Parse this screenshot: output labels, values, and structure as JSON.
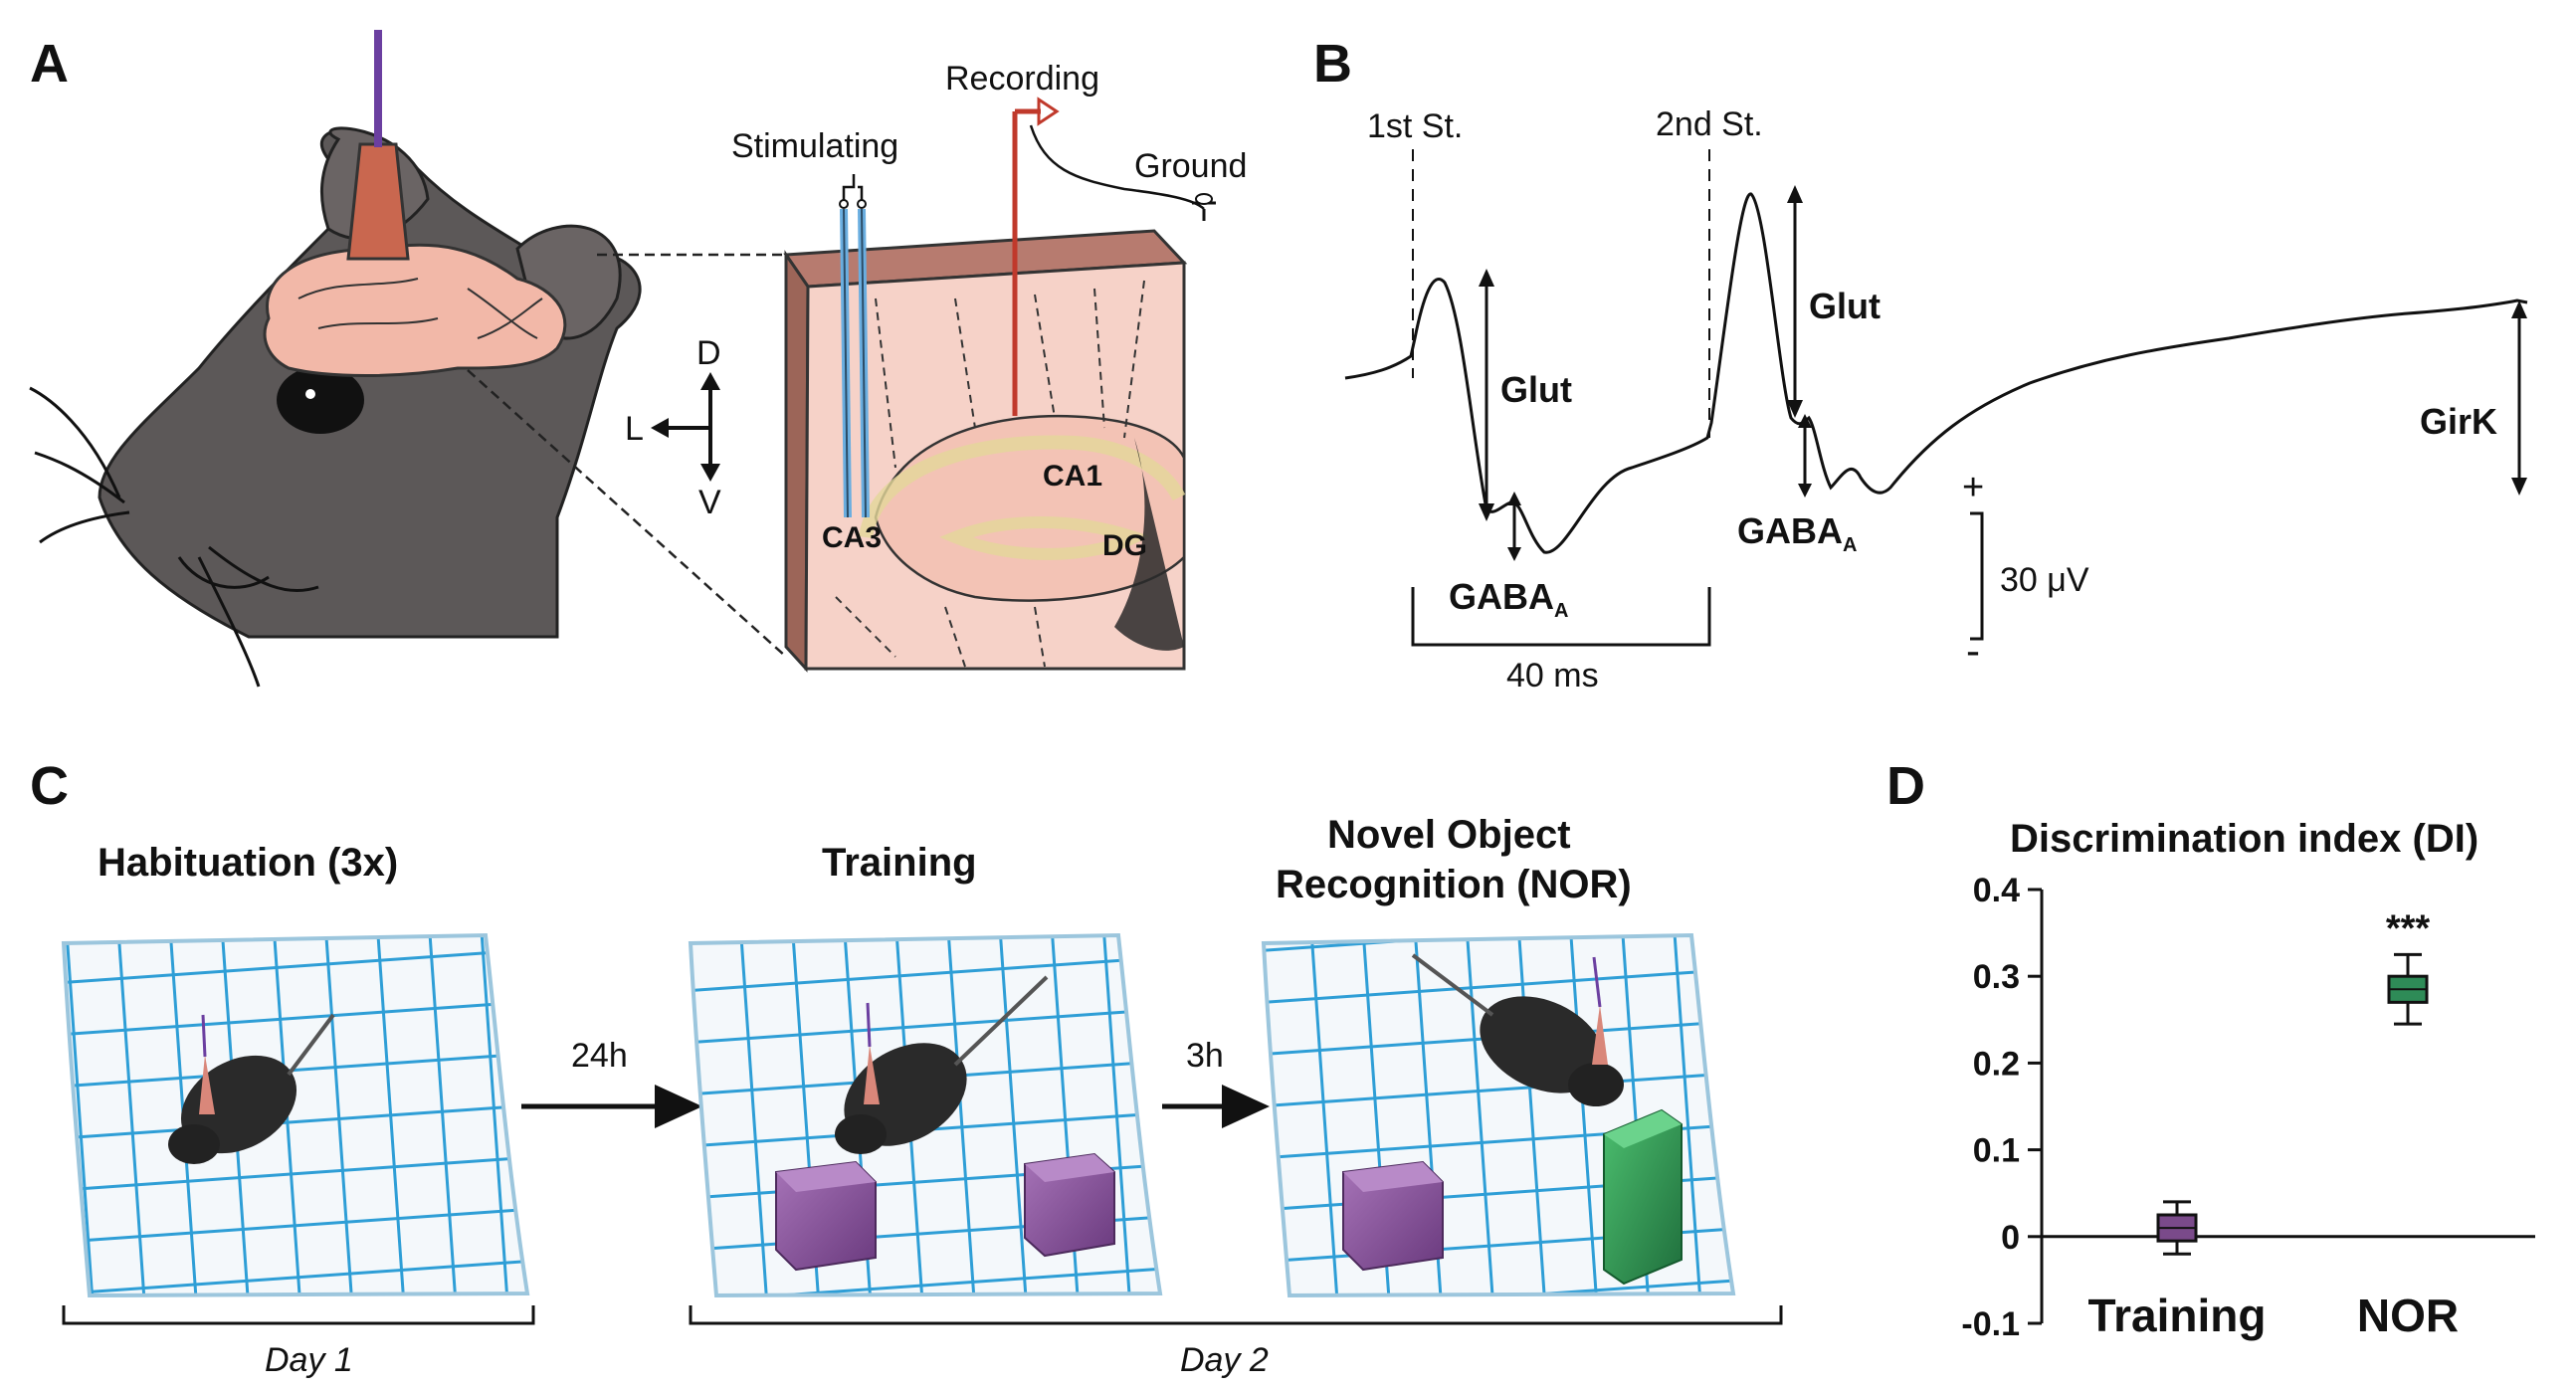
{
  "panels": {
    "A": {
      "letter": "A",
      "stimulating": "Stimulating",
      "recording": "Recording",
      "ground": "Ground",
      "axis_d": "D",
      "axis_l": "L",
      "axis_v": "V",
      "ca1": "CA1",
      "ca3": "CA3",
      "dg": "DG"
    },
    "B": {
      "letter": "B",
      "first_stim": "1st St.",
      "second_stim": "2nd St.",
      "glut": "Glut",
      "gaba": "GABA",
      "gaba_sub": "A",
      "girk": "GirK",
      "time_scale": "40 ms",
      "voltage_scale": "30 μV",
      "plus": "+",
      "minus": "-"
    },
    "C": {
      "letter": "C",
      "stage1": "Habituation (3x)",
      "stage2": "Training",
      "stage3_line1": "Novel Object",
      "stage3_line2": "Recognition (NOR)",
      "arrow1": "24h",
      "arrow2": "3h",
      "day1": "Day 1",
      "day2": "Day 2"
    },
    "D": {
      "letter": "D",
      "significance": "***"
    }
  },
  "colors": {
    "training": "#7a4a8a",
    "nor": "#2e8b57",
    "grid": "#2e9ed6",
    "brain": "#f2b8a8",
    "mouse": "#5a5656",
    "stim_electrode": "#6aaee0",
    "rec_electrode": "#c0392b"
  },
  "chart_data": {
    "type": "box",
    "title": "Discrimination index (DI)",
    "categories": [
      "Training",
      "NOR"
    ],
    "yticks": [
      "0.4",
      "0.3",
      "0.2",
      "0.1",
      "0",
      "-0.1"
    ],
    "ylim": [
      -0.1,
      0.4
    ],
    "boxes": [
      {
        "name": "Training",
        "min": -0.02,
        "q1": -0.005,
        "median": 0.01,
        "q3": 0.025,
        "max": 0.04
      },
      {
        "name": "NOR",
        "min": 0.245,
        "q1": 0.27,
        "median": 0.285,
        "q3": 0.3,
        "max": 0.325
      }
    ]
  }
}
